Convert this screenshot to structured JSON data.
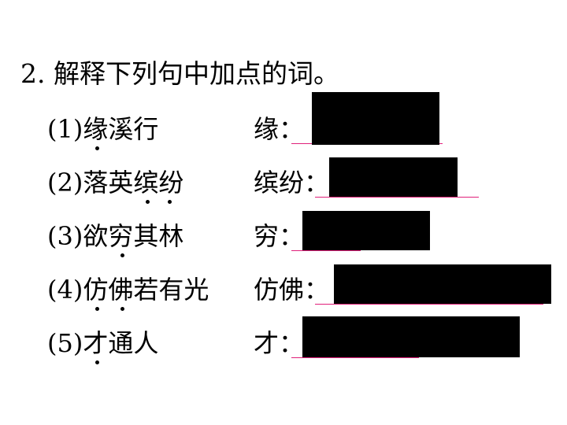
{
  "question": {
    "title": "2. 解释下列句中加点的词。"
  },
  "items": [
    {
      "number": "(1)",
      "phrase": "缘溪行",
      "label": "缘："
    },
    {
      "number": "(2)",
      "phrase": "落英缤纷",
      "label": "缤纷："
    },
    {
      "number": "(3)",
      "phrase": "欲穷其林",
      "label": "穷："
    },
    {
      "number": "(4)",
      "phrase": "仿佛若有光",
      "label": "仿佛："
    },
    {
      "number": "(5)",
      "phrase": "才通人",
      "label": "才："
    }
  ],
  "colors": {
    "answer_line": "#e0207a",
    "redaction": "#000000"
  }
}
